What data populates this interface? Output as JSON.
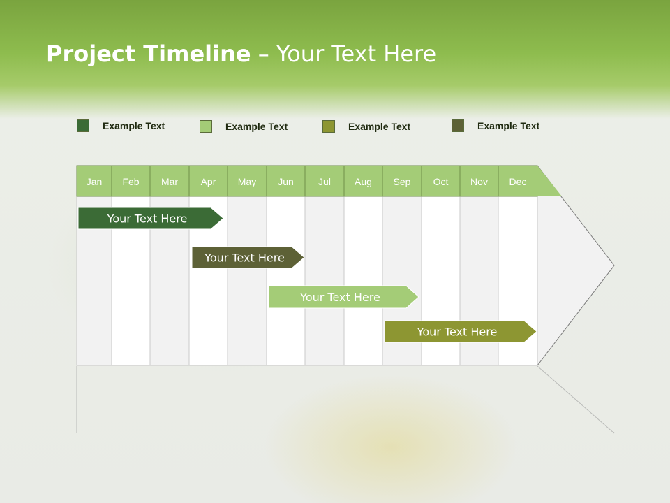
{
  "slide": {
    "title_bold": "Project Timeline",
    "title_rest": " – Your Text Here"
  },
  "legend": [
    {
      "label": "Example Text",
      "color": "#3b6b36"
    },
    {
      "label": "Example Text",
      "color": "#a4cc77"
    },
    {
      "label": "Example Text",
      "color": "#8d9632"
    },
    {
      "label": "Example Text",
      "color": "#5d6136"
    }
  ],
  "colors": {
    "header_green": "#8ebc4e",
    "month_header": "#a4cc77",
    "column_light": "#f2f2f2",
    "column_white": "#ffffff"
  },
  "months": [
    "Jan",
    "Feb",
    "Mar",
    "Apr",
    "May",
    "Jun",
    "Jul",
    "Aug",
    "Sep",
    "Oct",
    "Nov",
    "Dec"
  ],
  "tasks": [
    {
      "label": "Your  Text Here",
      "start": "Jan",
      "end": "Apr",
      "color": "#3b6b36"
    },
    {
      "label": "Your  Text Here",
      "start": "Apr",
      "end": "Jun",
      "color": "#5d6136"
    },
    {
      "label": "Your  Text Here",
      "start": "Jun",
      "end": "Sep",
      "color": "#a4cc77"
    },
    {
      "label": "Your  Text Here",
      "start": "Sep",
      "end": "Dec",
      "color": "#8d9632"
    }
  ]
}
